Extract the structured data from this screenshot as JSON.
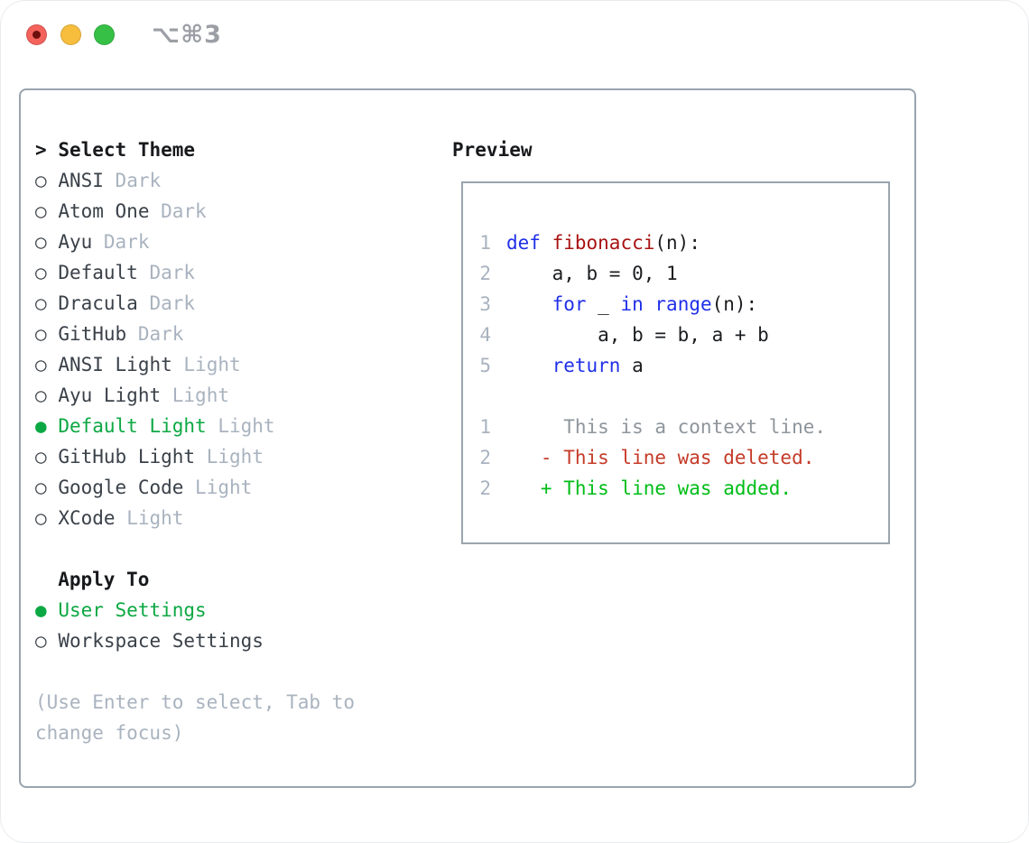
{
  "titlebar": {
    "shortcut": "⌥⌘3"
  },
  "markers": {
    "selected": "●",
    "unselected": "○"
  },
  "select_theme": {
    "cursor": ">",
    "title": "Select Theme",
    "items": [
      {
        "name": "ANSI",
        "tag": "Dark",
        "selected": false
      },
      {
        "name": "Atom One",
        "tag": "Dark",
        "selected": false
      },
      {
        "name": "Ayu",
        "tag": "Dark",
        "selected": false
      },
      {
        "name": "Default",
        "tag": "Dark",
        "selected": false
      },
      {
        "name": "Dracula",
        "tag": "Dark",
        "selected": false
      },
      {
        "name": "GitHub",
        "tag": "Dark",
        "selected": false
      },
      {
        "name": "ANSI Light",
        "tag": "Light",
        "selected": false
      },
      {
        "name": "Ayu Light",
        "tag": "Light",
        "selected": false
      },
      {
        "name": "Default Light",
        "tag": "Light",
        "selected": true
      },
      {
        "name": "GitHub Light",
        "tag": "Light",
        "selected": false
      },
      {
        "name": "Google Code",
        "tag": "Light",
        "selected": false
      },
      {
        "name": "XCode",
        "tag": "Light",
        "selected": false
      }
    ]
  },
  "apply_to": {
    "title": "Apply To",
    "options": [
      {
        "label": "User Settings",
        "selected": true
      },
      {
        "label": "Workspace Settings",
        "selected": false
      }
    ]
  },
  "hint": "(Use Enter to select, Tab to change focus)",
  "preview": {
    "title": "Preview",
    "lines": [
      {
        "num": "1",
        "kind": "code",
        "tokens": [
          {
            "t": "def",
            "c": "keyword"
          },
          {
            "t": " ",
            "c": "plain"
          },
          {
            "t": "fibonacci",
            "c": "function"
          },
          {
            "t": "(n):",
            "c": "plain"
          }
        ]
      },
      {
        "num": "2",
        "kind": "code",
        "tokens": [
          {
            "t": "    a, b = 0, 1",
            "c": "plain"
          }
        ]
      },
      {
        "num": "3",
        "kind": "code",
        "tokens": [
          {
            "t": "    ",
            "c": "plain"
          },
          {
            "t": "for",
            "c": "keyword"
          },
          {
            "t": " _ ",
            "c": "plain"
          },
          {
            "t": "in",
            "c": "keyword"
          },
          {
            "t": " ",
            "c": "plain"
          },
          {
            "t": "range",
            "c": "keyword"
          },
          {
            "t": "(n):",
            "c": "plain"
          }
        ]
      },
      {
        "num": "4",
        "kind": "code",
        "tokens": [
          {
            "t": "        a, b = b, a + b",
            "c": "plain"
          }
        ]
      },
      {
        "num": "5",
        "kind": "code",
        "tokens": [
          {
            "t": "    ",
            "c": "plain"
          },
          {
            "t": "return",
            "c": "keyword"
          },
          {
            "t": " a",
            "c": "plain"
          }
        ]
      },
      {
        "num": "",
        "kind": "blank",
        "tokens": []
      },
      {
        "num": "1",
        "kind": "diff-context",
        "tokens": [
          {
            "t": "     This is a context line.",
            "c": "context"
          }
        ]
      },
      {
        "num": "2",
        "kind": "diff-deleted",
        "tokens": [
          {
            "t": "   - This line was deleted.",
            "c": "deleted"
          }
        ]
      },
      {
        "num": "2",
        "kind": "diff-added",
        "tokens": [
          {
            "t": "   + This line was added.",
            "c": "added"
          }
        ]
      }
    ]
  },
  "colors": {
    "keyword_blue": "#2030e8",
    "function_red": "#a81212",
    "deleted_red": "#c53b28",
    "added_green": "#00bd17",
    "accent_green": "#0ca843",
    "muted_gray": "#a9b3bf",
    "context_gray": "#8e959c",
    "text_dark": "#3a4149",
    "title_black": "#17191c",
    "panel_border": "#9aa3af",
    "traffic_red": "#f4625c",
    "traffic_yellow": "#f7be3e",
    "traffic_green": "#36c146"
  }
}
